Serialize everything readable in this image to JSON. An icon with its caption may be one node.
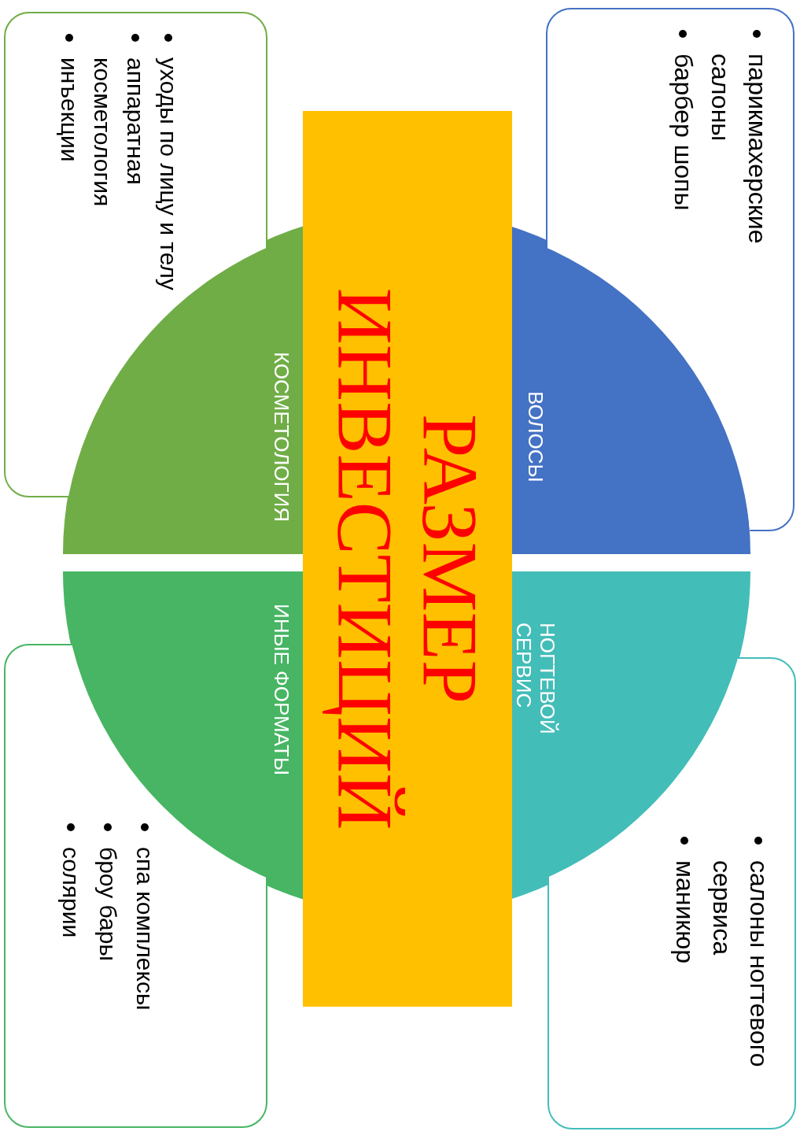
{
  "diagram": {
    "nodes": [
      {
        "text": [
          "РАЗМЕР ИНВЕСТИЦИЙ"
        ]
      },
      {
        "text": [
          "ВОЛОСЫ"
        ]
      },
      {
        "text": [
          "НОГТЕВОЙ СЕРВИС"
        ]
      },
      {
        "text": [
          "КОСМЕТОЛОГИЯ"
        ]
      },
      {
        "text": [
          "ИНЫЕ ФОРМАТЫ"
        ]
      },
      {
        "text": [
          "парикмахерские салоны",
          "барбер шопы"
        ]
      },
      {
        "text": [
          "салоны ногтевого сервиса",
          "маникюр"
        ]
      },
      {
        "text": [
          "уходы по лицу и телу",
          "аппаратная косметология",
          "инъекции"
        ]
      },
      {
        "text": [
          "спа комплексы",
          "броу бары",
          "солярии"
        ]
      }
    ]
  }
}
